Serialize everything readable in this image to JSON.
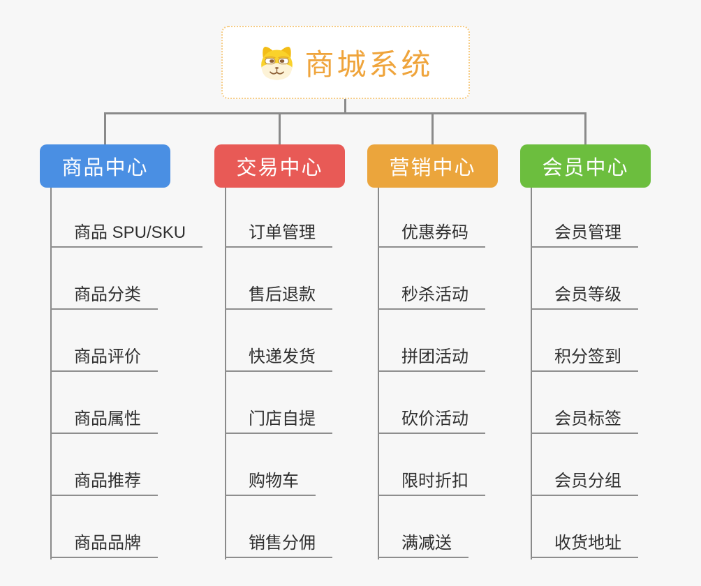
{
  "root": {
    "label": "商城系统",
    "icon": "dog-face-icon",
    "text_color": "#efa43b",
    "border_color": "#f6cc85"
  },
  "branches": [
    {
      "label": "商品中心",
      "color": "#4a8fe3",
      "items": [
        "商品 SPU/SKU",
        "商品分类",
        "商品评价",
        "商品属性",
        "商品推荐",
        "商品品牌"
      ]
    },
    {
      "label": "交易中心",
      "color": "#e85a56",
      "items": [
        "订单管理",
        "售后退款",
        "快递发货",
        "门店自提",
        "购物车",
        "销售分佣"
      ]
    },
    {
      "label": "营销中心",
      "color": "#eba53c",
      "items": [
        "优惠券码",
        "秒杀活动",
        "拼团活动",
        "砍价活动",
        "限时折扣",
        "满减送"
      ]
    },
    {
      "label": "会员中心",
      "color": "#6cbe3e",
      "items": [
        "会员管理",
        "会员等级",
        "积分签到",
        "会员标签",
        "会员分组",
        "收货地址"
      ]
    }
  ],
  "colors": {
    "background": "#f7f7f7",
    "connector": "#8a8a8a",
    "leaf_text": "#2f2f2f",
    "leaf_underline": "#8e8e8e",
    "root_background": "#ffffff"
  }
}
